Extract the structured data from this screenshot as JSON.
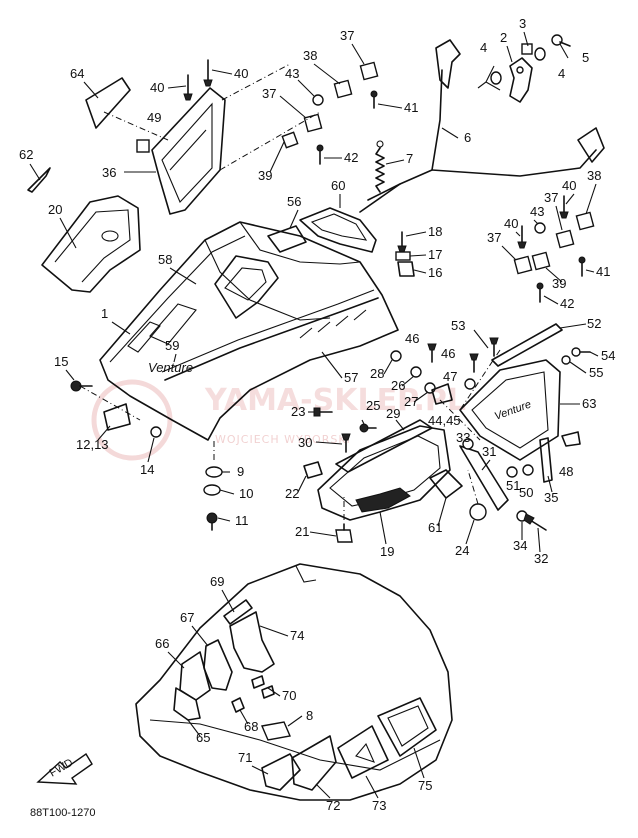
{
  "labels": {
    "n1": "1",
    "n2": "2",
    "n3": "3",
    "n4a": "4",
    "n4b": "4",
    "n5": "5",
    "n6": "6",
    "n7": "7",
    "n8": "8",
    "n9": "9",
    "n10": "10",
    "n11": "11",
    "n12_13": "12,13",
    "n14": "14",
    "n15": "15",
    "n16": "16",
    "n17": "17",
    "n18": "18",
    "n19": "19",
    "n20": "20",
    "n21": "21",
    "n22": "22",
    "n23": "23",
    "n24": "24",
    "n25": "25",
    "n26": "26",
    "n27": "27",
    "n28": "28",
    "n29": "29",
    "n30": "30",
    "n31": "31",
    "n32": "32",
    "n33": "33",
    "n34": "34",
    "n35": "35",
    "n36": "36",
    "n37a": "37",
    "n37b": "37",
    "n37c": "37",
    "n37d": "37",
    "n38a": "38",
    "n38b": "38",
    "n39a": "39",
    "n39b": "39",
    "n40a": "40",
    "n40b": "40",
    "n40c": "40",
    "n40d": "40",
    "n41a": "41",
    "n41b": "41",
    "n42a": "42",
    "n42b": "42",
    "n43a": "43",
    "n43b": "43",
    "n44_45": "44,45",
    "n46a": "46",
    "n46b": "46",
    "n47": "47",
    "n48": "48",
    "n49": "49",
    "n50": "50",
    "n51": "51",
    "n52": "52",
    "n53": "53",
    "n54": "54",
    "n55": "55",
    "n56": "56",
    "n57": "57",
    "n58": "58",
    "n59": "59",
    "n60": "60",
    "n61": "61",
    "n62": "62",
    "n63": "63",
    "n64": "64",
    "n65": "65",
    "n66": "66",
    "n67": "67",
    "n68": "68",
    "n69": "69",
    "n70": "70",
    "n71": "71",
    "n72": "72",
    "n73": "73",
    "n74": "74",
    "n75": "75"
  },
  "diagram_code": "88T100-1270",
  "fwd_label": "FWD",
  "decal_text": "Venture",
  "watermark": {
    "main": "YAMA-SKLEP.PL",
    "sub": "WOJCIECH WYBORSKI"
  },
  "colors": {
    "ink": "#111111",
    "paper": "#ffffff",
    "watermark": "#e9b4b4"
  }
}
